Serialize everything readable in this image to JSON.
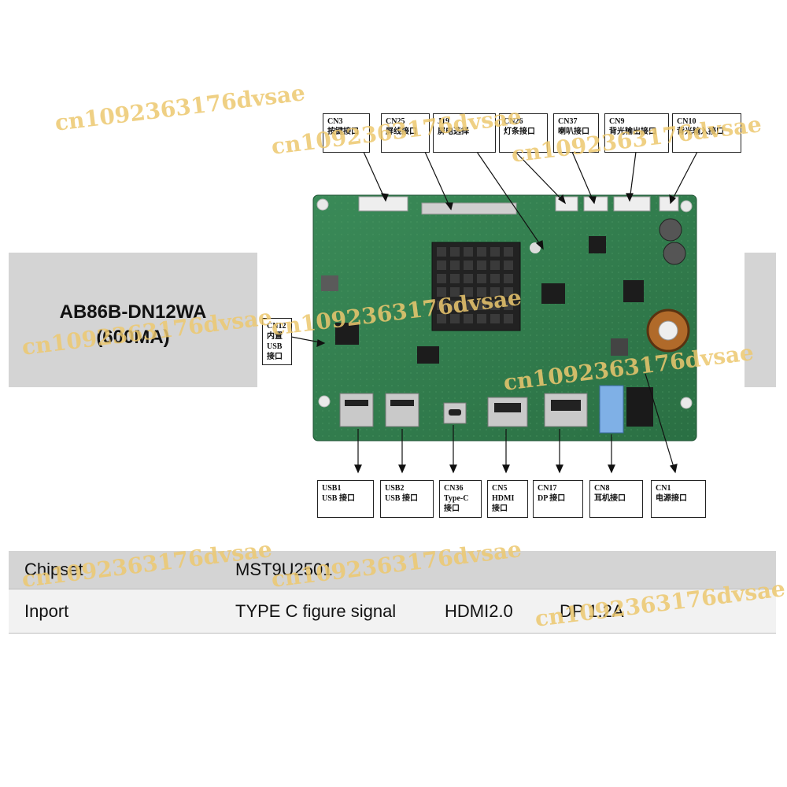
{
  "model": {
    "name": "AB86B-DN12WA",
    "current": "(600MA)"
  },
  "top_connectors": [
    {
      "id": "CN3",
      "desc": "按键接口"
    },
    {
      "id": "CN25",
      "desc": "屏线接口"
    },
    {
      "id": "J19",
      "desc": "屏电选择"
    },
    {
      "id": "CN26",
      "desc": "灯条接口"
    },
    {
      "id": "CN37",
      "desc": "喇叭接口"
    },
    {
      "id": "CN9",
      "desc": "背光输出接口"
    },
    {
      "id": "CN10",
      "desc": "背光输入接口"
    }
  ],
  "left_connector": {
    "id": "CN12",
    "desc": "内置",
    "line2": "USB",
    "line3": "接口"
  },
  "bottom_connectors": [
    {
      "id": "USB1",
      "desc": "USB 接口"
    },
    {
      "id": "USB2",
      "desc": "USB 接口"
    },
    {
      "id": "CN36",
      "desc": "Type-C",
      "line3": "接口"
    },
    {
      "id": "CN5",
      "desc": "HDMI",
      "line3": "接口"
    },
    {
      "id": "CN17",
      "desc": "DP 接口"
    },
    {
      "id": "CN8",
      "desc": "耳机接口"
    },
    {
      "id": "CN1",
      "desc": "电源接口"
    }
  ],
  "specs": {
    "chipset_label": "Chipset",
    "chipset_value": "MST9U2501",
    "inport_label": "Inport",
    "inport_values": [
      "TYPE C figure signal",
      "HDMI2.0",
      "DP 1.2A"
    ]
  },
  "watermark": "cn1092363176dvsae",
  "colors": {
    "pcb": "#2f7a4a",
    "panel_gray": "#d4d4d4",
    "watermark": "#ecc86e"
  }
}
